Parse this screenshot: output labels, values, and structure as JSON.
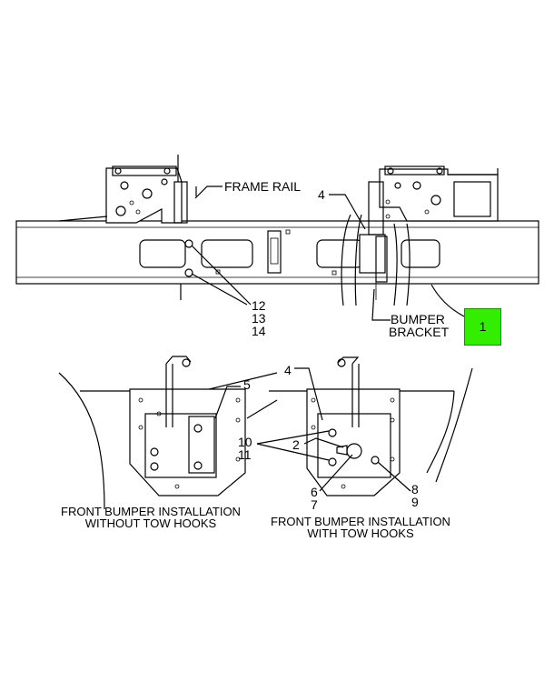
{
  "labels": {
    "frame_rail": "FRAME RAIL",
    "bumper_bracket_line1": "BUMPER",
    "bumper_bracket_line2": "BRACKET",
    "top_4": "4",
    "top_12": "12",
    "top_13": "13",
    "top_14": "14",
    "left_5": "5",
    "right_4": "4",
    "right_2": "2",
    "right_10": "10",
    "right_11": "11",
    "right_6": "6",
    "right_7": "7",
    "right_8": "8",
    "right_9": "9"
  },
  "callout": {
    "number": "1",
    "color": "#33ee00"
  },
  "captions": {
    "left_line1": "FRONT BUMPER INSTALLATION",
    "left_line2": "WITHOUT TOW HOOKS",
    "right_line1": "FRONT BUMPER INSTALLATION",
    "right_line2": "WITH TOW HOOKS"
  }
}
